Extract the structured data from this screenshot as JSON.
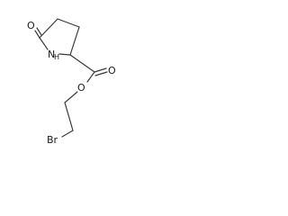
{
  "molecule": {
    "atoms": {
      "carbonyl_o_ring": "O",
      "ring_n": "N",
      "ring_nh": "H",
      "carbonyl_o_ester": "O",
      "ester_o": "O",
      "bromine": "Br"
    }
  }
}
